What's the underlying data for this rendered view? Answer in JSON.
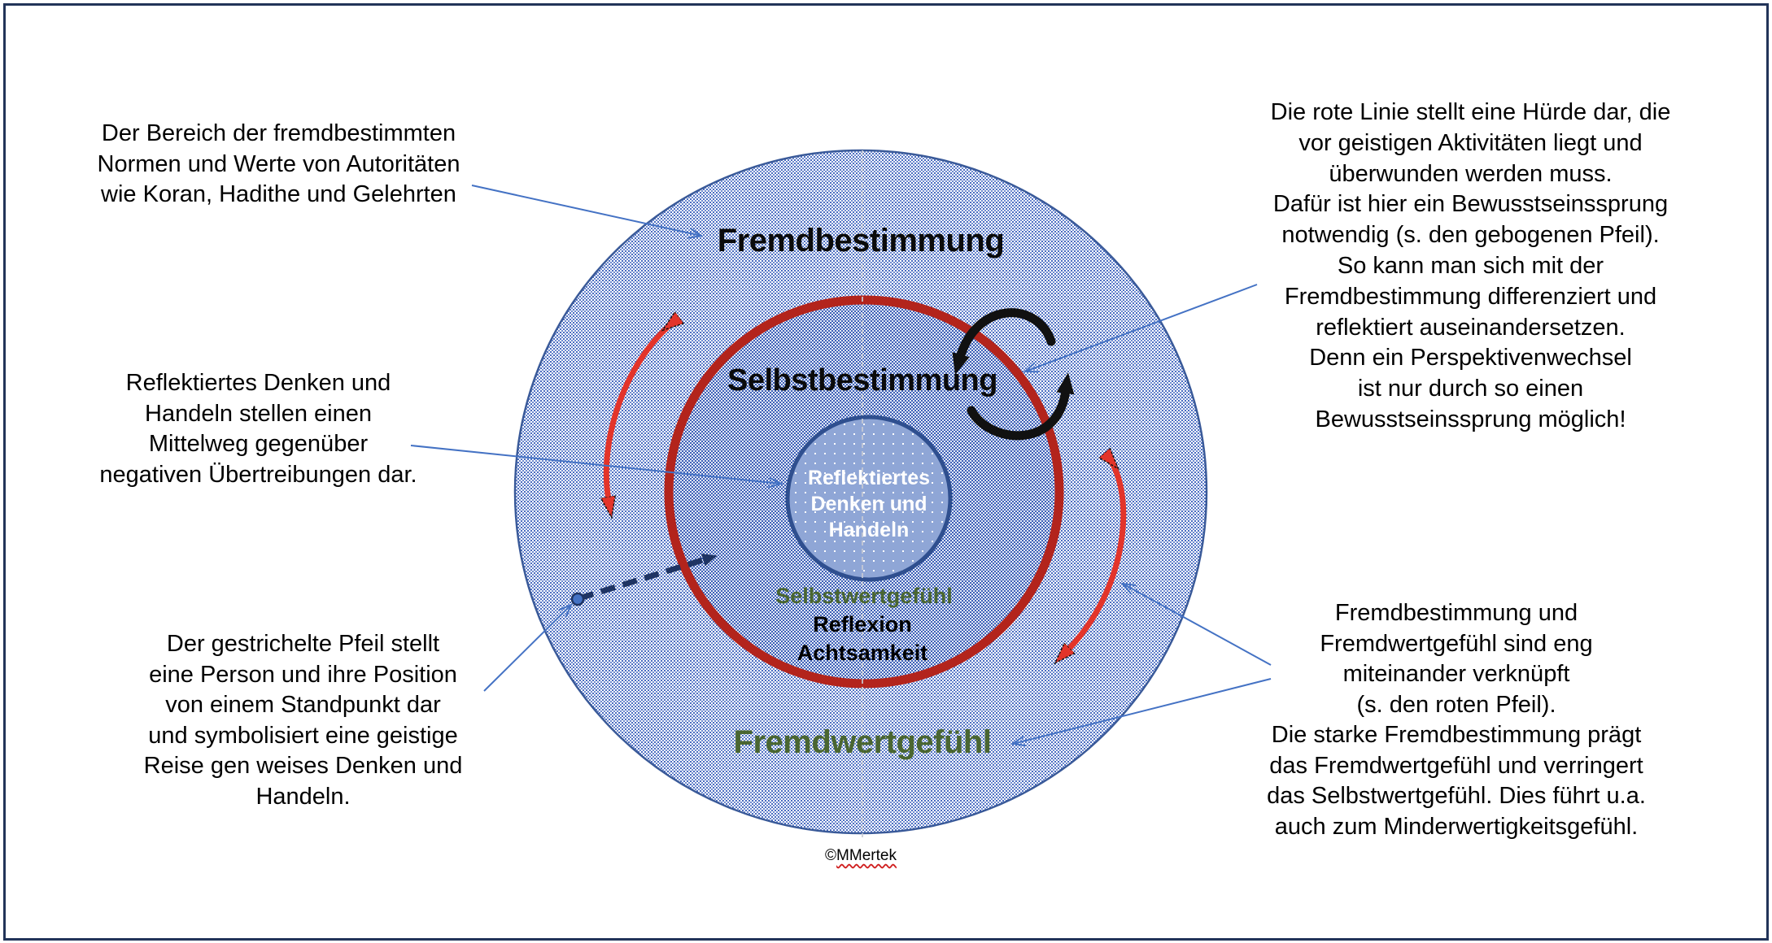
{
  "diagram": {
    "zones": {
      "outer": "Fremdbestimmung",
      "outer_bottom": "Fremdwertgefühl",
      "ring": "Selbstbestimmung",
      "core": "Reflektiertes\nDenken und\nHandeln",
      "ring_bottom_1": "Selbstwertgefühl",
      "ring_bottom_2": "Reflexion",
      "ring_bottom_3": "Achtsamkeit"
    },
    "annotations": {
      "top_left": "Der Bereich der fremdbestimmten\nNormen und Werte von Autoritäten\nwie Koran, Hadithe und Gelehrten",
      "middle_left": "Reflektiertes Denken und\nHandeln stellen einen\nMittelweg gegenüber\nnegativen Übertreibungen dar.",
      "bottom_left": "Der gestrichelte Pfeil stellt\neine Person und ihre Position\nvon einem Standpunkt dar\nund symbolisiert eine geistige\nReise gen weises Denken und\nHandeln.",
      "top_right": "Die rote Linie stellt eine Hürde dar, die\nvor geistigen Aktivitäten liegt und\nüberwunden werden muss.\nDafür ist hier ein Bewusstseinssprung\nnotwendig (s. den gebogenen Pfeil).\nSo kann man sich mit der\nFremdbestimmung differenziert und\nreflektiert auseinandersetzen.\nDenn ein Perspektivenwechsel\nist nur durch so einen\nBewusstseinssprung möglich!",
      "bottom_right": "Fremdbestimmung und\nFremdwertgefühl sind eng\nmiteinander verknüpft\n(s. den roten Pfeil).\nDie starke Fremdbestimmung prägt\ndas Fremdwertgefühl und verringert\ndas Selbstwertgefühl. Dies führt u.a.\nauch zum Minderwertigkeitsgefühl."
    },
    "copyright_symbol": "©",
    "copyright_name": "MMertek",
    "colors": {
      "frame": "#223459",
      "outer_fill": "#4a6cc0",
      "outline": "#3a5a99",
      "barrier_red": "#b3241c",
      "core_fill": "#8fa6d6",
      "pointer_blue": "#4472c4",
      "arrow_red": "#e3342a",
      "person_dark": "#1f3463",
      "green_text": "#4a6631"
    }
  }
}
